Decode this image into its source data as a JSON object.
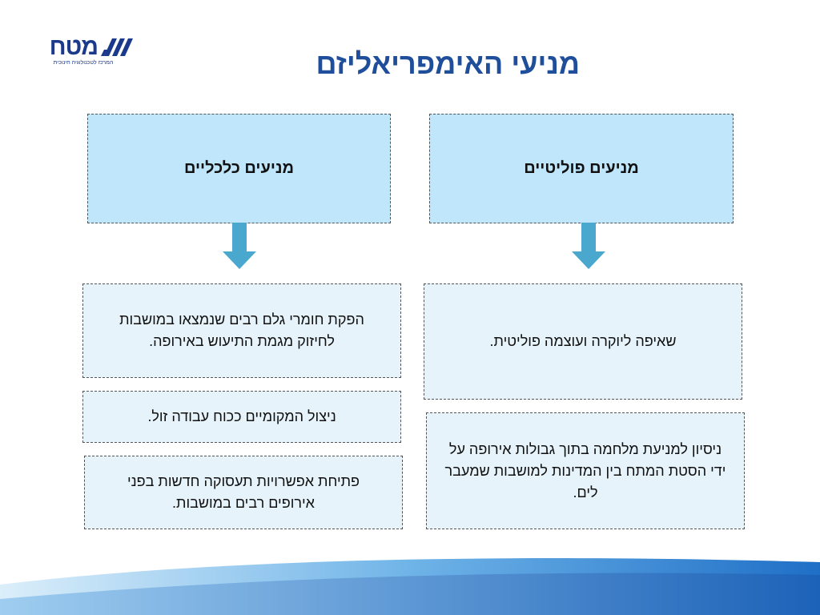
{
  "header": {
    "logo_text": "מטח",
    "logo_subtitle": "המרכז לטכנולוגיה חינוכית",
    "title": "מניעי האימפריאליזם"
  },
  "colors": {
    "title": "#1f4e9a",
    "header_box": "#bfe6fb",
    "item_box": "#e6f3fa",
    "arrow": "#4aa8cf",
    "wave": "#2a7fd4"
  },
  "diagram": {
    "political": {
      "heading": "מניעים פוליטיים",
      "items": [
        "שאיפה ליוקרה ועוצמה פוליטית.",
        "ניסיון למניעת מלחמה בתוך גבולות אירופה על ידי הסטת המתח בין המדינות למושבות שמעבר לים."
      ]
    },
    "economic": {
      "heading": "מניעים כלכליים",
      "items": [
        "הפקת חומרי גלם רבים שנמצאו במושבות לחיזוק מגמת התיעוש באירופה.",
        "ניצול המקומיים ככוח עבודה זול.",
        "פתיחת אפשרויות תעסוקה חדשות בפני אירופים רבים במושבות."
      ]
    }
  }
}
